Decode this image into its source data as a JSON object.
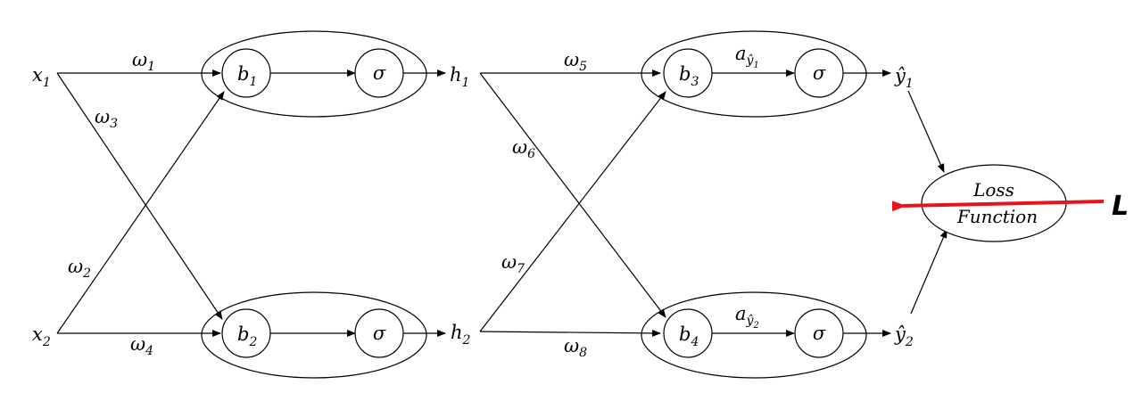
{
  "inputs": [
    {
      "base": "x",
      "sub": "1"
    },
    {
      "base": "x",
      "sub": "2"
    }
  ],
  "hidden": [
    {
      "base": "h",
      "sub": "1"
    },
    {
      "base": "h",
      "sub": "2"
    }
  ],
  "outputs": [
    {
      "base": "ŷ",
      "sub": "1"
    },
    {
      "base": "ŷ",
      "sub": "2"
    }
  ],
  "biases": [
    {
      "base": "b",
      "sub": "1"
    },
    {
      "base": "b",
      "sub": "2"
    },
    {
      "base": "b",
      "sub": "3"
    },
    {
      "base": "b",
      "sub": "4"
    }
  ],
  "activation": "σ",
  "weights": [
    {
      "base": "ω",
      "sub": "1"
    },
    {
      "base": "ω",
      "sub": "2"
    },
    {
      "base": "ω",
      "sub": "3"
    },
    {
      "base": "ω",
      "sub": "4"
    },
    {
      "base": "ω",
      "sub": "5"
    },
    {
      "base": "ω",
      "sub": "6"
    },
    {
      "base": "ω",
      "sub": "7"
    },
    {
      "base": "ω",
      "sub": "8"
    }
  ],
  "pre_activations": [
    {
      "base": "a",
      "sub": "ŷ",
      "subsub": "1"
    },
    {
      "base": "a",
      "sub": "ŷ",
      "subsub": "2"
    }
  ],
  "loss": {
    "line1": "Loss",
    "line2": "Function"
  },
  "loss_symbol": "L",
  "colors": {
    "stroke": "#000000",
    "loss_arrow": "#e8141b"
  }
}
